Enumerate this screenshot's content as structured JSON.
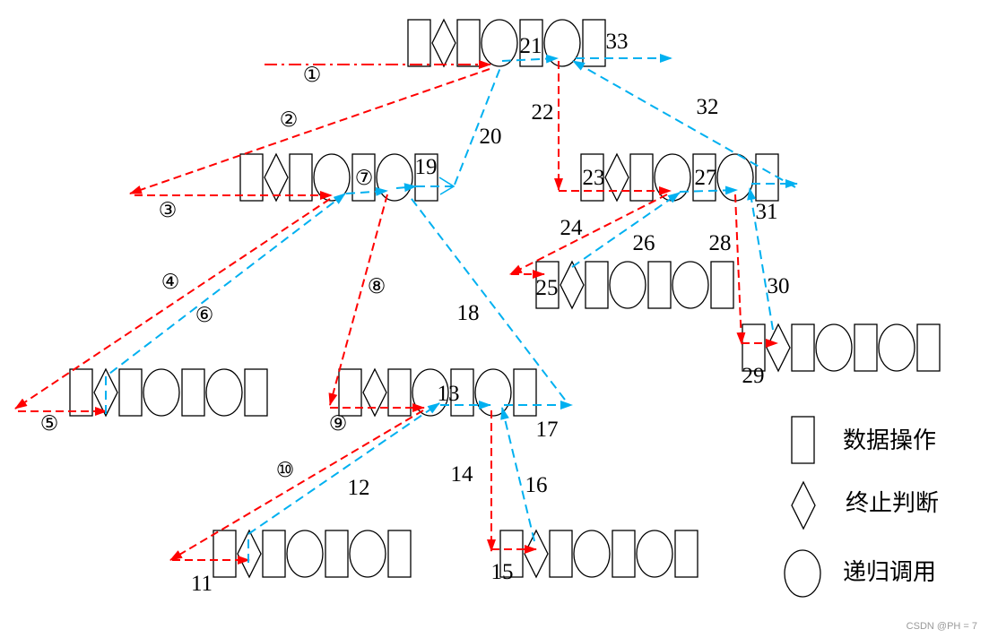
{
  "steps": [
    "①",
    "②",
    "③",
    "④",
    "⑤",
    "⑥",
    "⑦",
    "⑧",
    "⑨",
    "⑩",
    "11",
    "12",
    "13",
    "14",
    "15",
    "16",
    "17",
    "18",
    "19",
    "20",
    "21",
    "22",
    "23",
    "24",
    "25",
    "26",
    "27",
    "28",
    "29",
    "30",
    "31",
    "32",
    "33"
  ],
  "legend": [
    {
      "shape": "rectangle",
      "label": "数据操作"
    },
    {
      "shape": "diamond",
      "label": "终止判断"
    },
    {
      "shape": "ellipse",
      "label": "递归调用"
    }
  ],
  "watermark": "CSDN @PH = 7",
  "colors": {
    "call_arrow": "#ff0000",
    "return_arrow": "#00b0f0",
    "shape_outline": "#000000",
    "background": "#ffffff",
    "watermark": "#9a9a9a"
  }
}
